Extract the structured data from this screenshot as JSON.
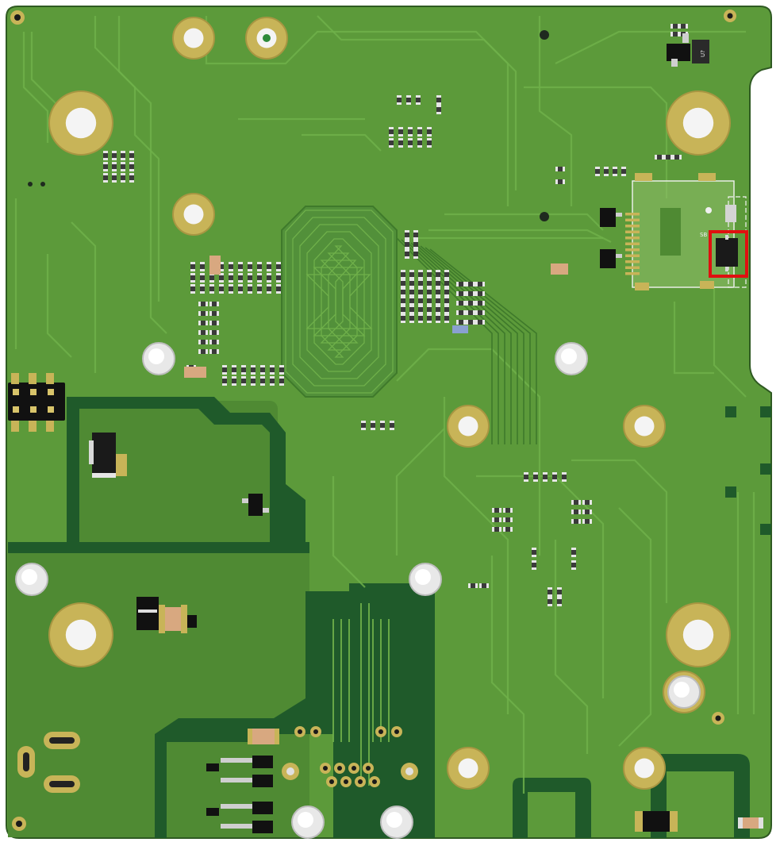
{
  "image": {
    "kind": "PCB board render",
    "colors": {
      "board": "#5c9a3a",
      "board_dark": "#4c8630",
      "copper_pour": "#1f5a2a",
      "trace": "#6fb04a",
      "trace_dark": "#3f7a2b",
      "gold": "#c8b458",
      "gold_dark": "#a89642",
      "hole": "#f4f4f4",
      "component_black": "#1a1a1a",
      "component_white": "#e9e9e9",
      "highlight": "#e01010",
      "silkscreen": "#f0f0f0"
    }
  },
  "annotations": {
    "connector_label": "SB",
    "chip_top_right_label": "U?"
  },
  "highlight_box": {
    "purpose": "selected-component"
  }
}
